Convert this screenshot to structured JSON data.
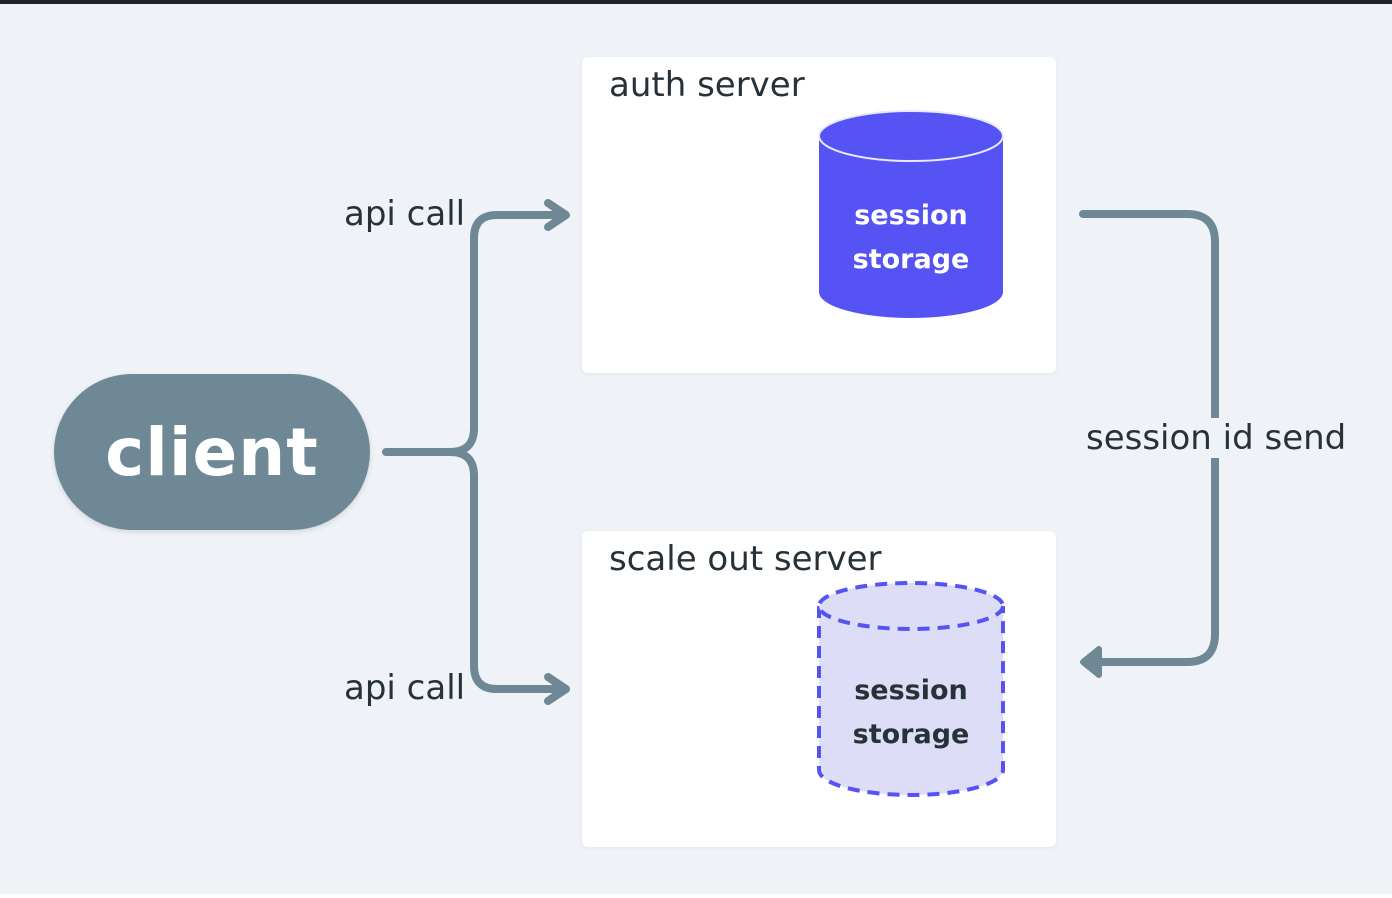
{
  "client": {
    "label": "client"
  },
  "auth_server": {
    "title": "auth server",
    "storage": {
      "line1": "session",
      "line2": "storage",
      "color": "#5653f5"
    }
  },
  "scale_out_server": {
    "title": "scale out server",
    "storage": {
      "line1": "session",
      "line2": "storage",
      "color": "#ddddf7",
      "border_color": "#5653f5"
    }
  },
  "edges": {
    "api_call_top": "api call",
    "api_call_bottom": "api call",
    "session_id_send": "session id send"
  },
  "colors": {
    "background": "#eff3f8",
    "connector": "#6f8896",
    "text": "#263238"
  }
}
